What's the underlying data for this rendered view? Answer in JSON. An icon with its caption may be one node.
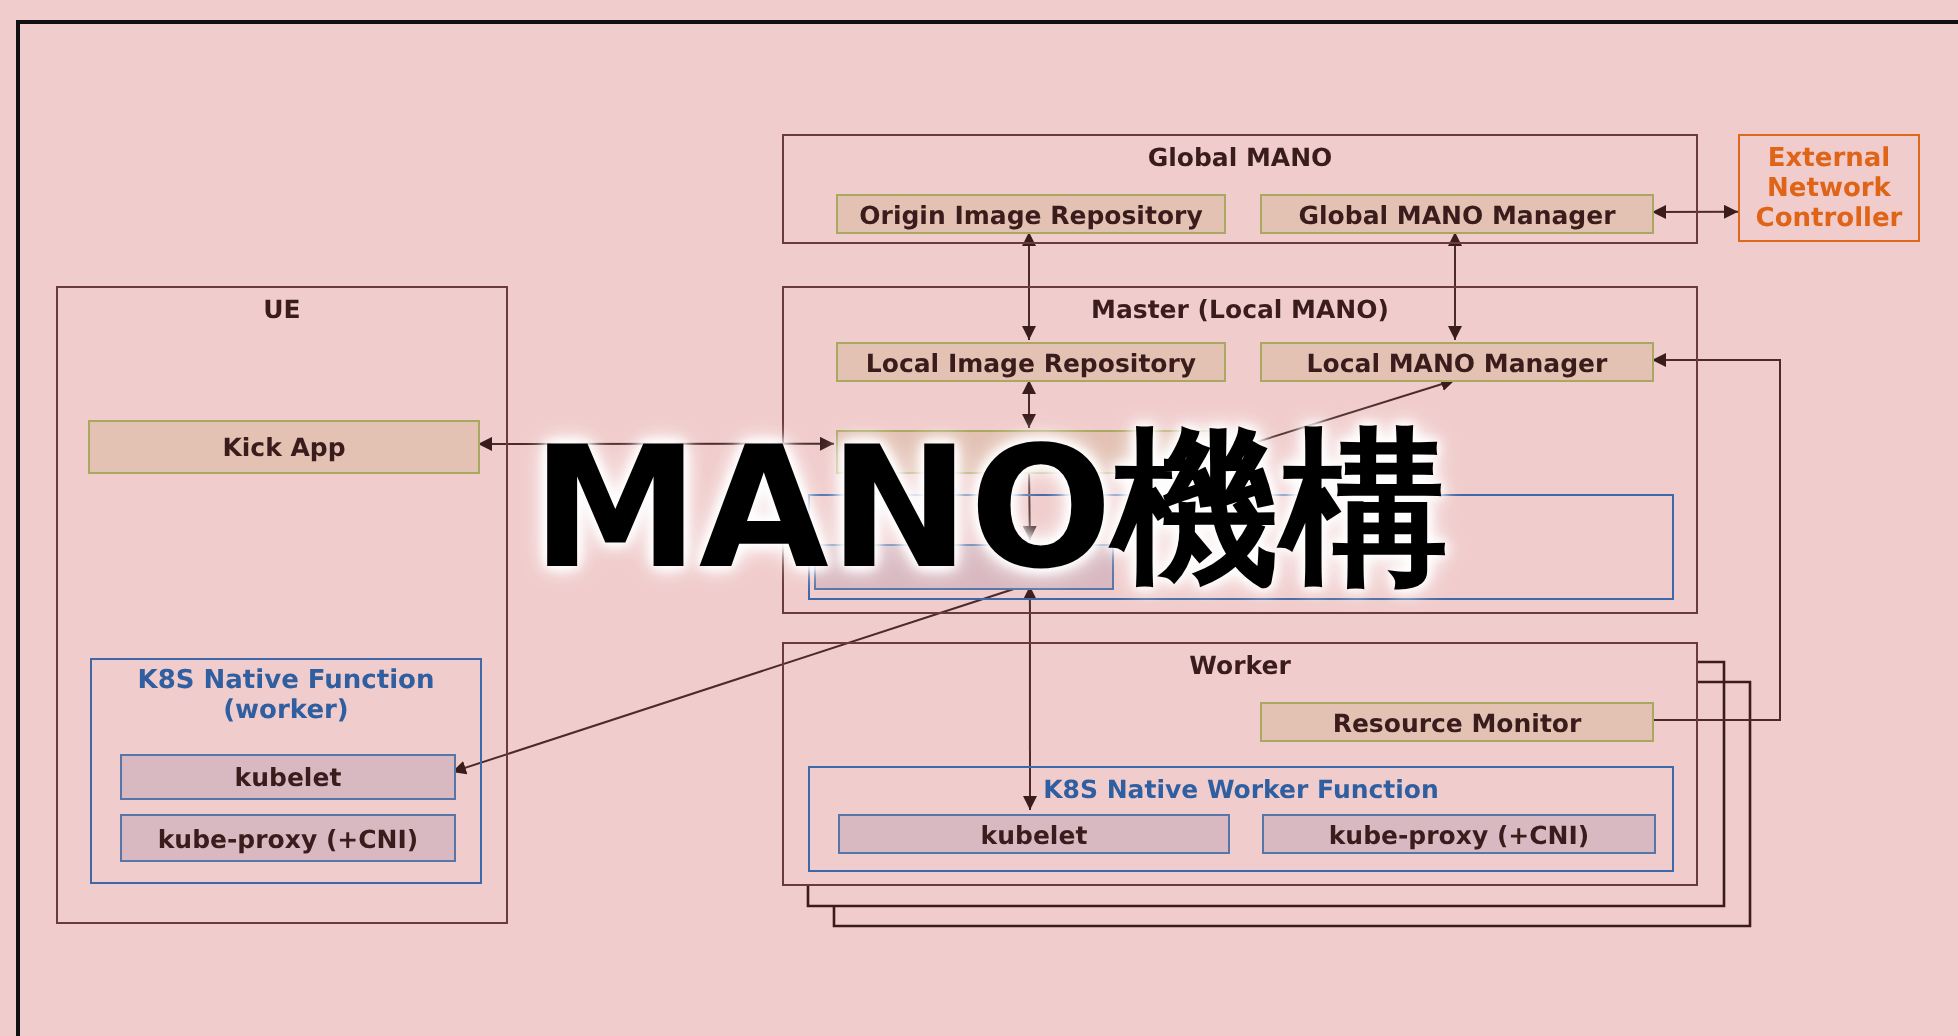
{
  "diagram": {
    "title": "MANO機構",
    "nodes": [
      {
        "text": [
          "Global MANO"
        ]
      },
      {
        "text": [
          "Origin Image Repository"
        ],
        "in": 0
      },
      {
        "text": [
          "Global MANO Manager"
        ],
        "in": 0
      },
      {
        "text": [
          "External Network Controller"
        ]
      },
      {
        "text": [
          "UE"
        ]
      },
      {
        "text": [
          "Kick App"
        ],
        "in": 4
      },
      {
        "text": [
          "K8S Native Function (worker)"
        ],
        "in": 4
      },
      {
        "text": [
          "kubelet"
        ],
        "in": 6
      },
      {
        "text": [
          "kube-proxy (+CNI)"
        ],
        "in": 6
      },
      {
        "text": [
          "Master (Local MANO)"
        ]
      },
      {
        "text": [
          "Local Image Repository"
        ],
        "in": 9
      },
      {
        "text": [
          "Local MANO Manager"
        ],
        "in": 9
      },
      {
        "text": [],
        "shape": "box",
        "in": 9
      },
      {
        "text": [],
        "shape": "box",
        "in": 9
      },
      {
        "text": [],
        "shape": "box",
        "in": 13
      },
      {
        "text": [
          "Worker"
        ]
      },
      {
        "text": [
          "Resource Monitor"
        ],
        "in": 15
      },
      {
        "text": [
          "K8S Native Worker Function"
        ],
        "in": 15
      },
      {
        "text": [
          "kubelet"
        ],
        "in": 17
      },
      {
        "text": [
          "kube-proxy (+CNI)"
        ],
        "in": 17
      }
    ],
    "edges": [
      {
        "from": 1,
        "to": 10,
        "arrow": "both"
      },
      {
        "from": 2,
        "to": 11,
        "arrow": "both"
      },
      {
        "from": 2,
        "to": 3,
        "arrow": "both"
      },
      {
        "from": 10,
        "to": 12,
        "arrow": "both"
      },
      {
        "from": 5,
        "to": 12,
        "arrow": "both"
      },
      {
        "from": 12,
        "to": 11,
        "arrow": "to"
      },
      {
        "from": 12,
        "to": 14,
        "arrow": "to"
      },
      {
        "from": 14,
        "to": 18,
        "arrow": "both"
      },
      {
        "from": 14,
        "to": 7,
        "arrow": "to"
      },
      {
        "from": 16,
        "to": 11,
        "arrow": "to"
      }
    ]
  }
}
